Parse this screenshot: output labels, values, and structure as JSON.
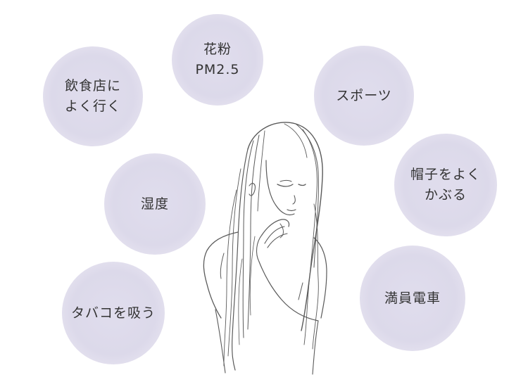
{
  "bubbles": [
    {
      "id": "restaurants",
      "lines": [
        "飲食店に",
        "よく行く"
      ]
    },
    {
      "id": "pollen",
      "lines": [
        "花粉",
        "PM2.5"
      ]
    },
    {
      "id": "sports",
      "lines": [
        "スポーツ"
      ]
    },
    {
      "id": "humidity",
      "lines": [
        "湿度"
      ]
    },
    {
      "id": "hat",
      "lines": [
        "帽子をよく",
        "かぶる"
      ]
    },
    {
      "id": "smoking",
      "lines": [
        "タバコを吸う"
      ]
    },
    {
      "id": "train",
      "lines": [
        "満員電車"
      ]
    }
  ],
  "colors": {
    "bubble": "#dcd9ea",
    "text": "#333333",
    "sketch": "#5a5a5a"
  },
  "icons": {
    "figure": "woman-touching-hair-sketch"
  }
}
